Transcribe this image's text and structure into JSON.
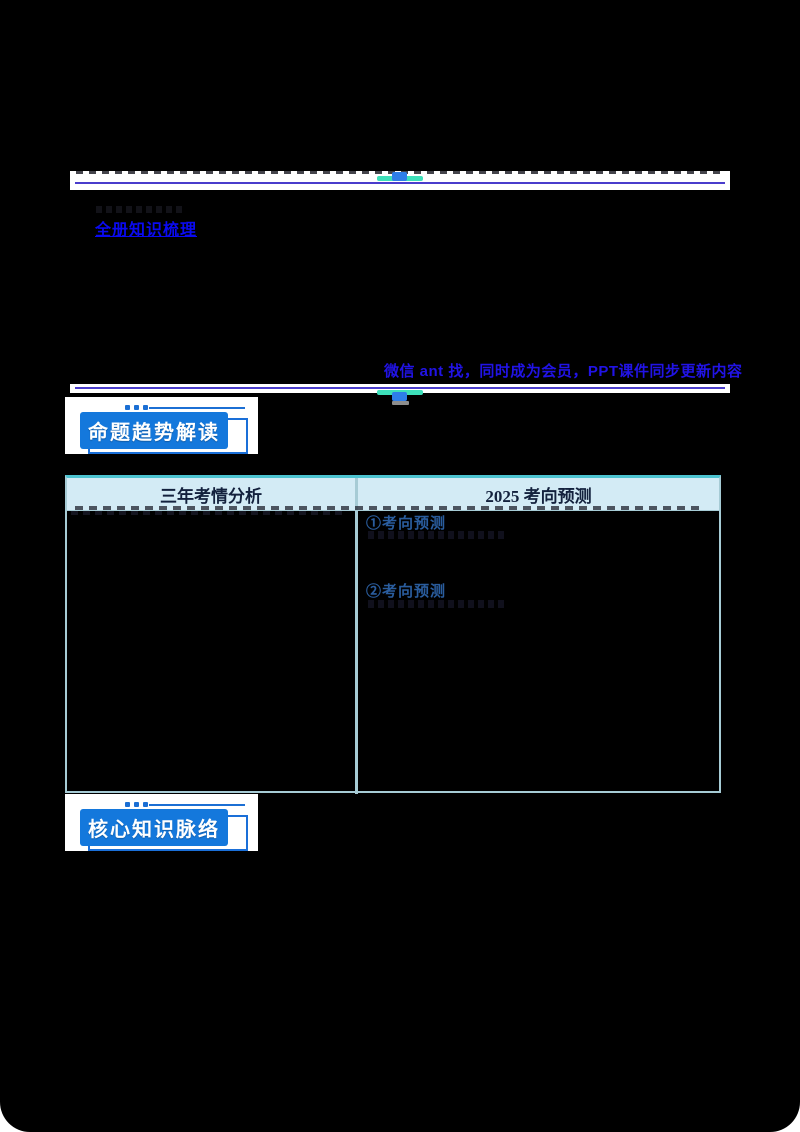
{
  "page": {
    "background": "#000000"
  },
  "top_divider": {
    "line_color": "#4a3ccc",
    "bar_color": "#3de0ba",
    "tab_color": "#2e7ee9"
  },
  "header_link": {
    "label": "全册知识梳理",
    "color": "#0a0af2"
  },
  "promo_line": {
    "text": "微信 ant 找，同时成为会员，PPT课件同步更新内容",
    "color": "#2113e6"
  },
  "section_badges": [
    {
      "label": "命题趋势解读",
      "fill_color": "#1478dc"
    },
    {
      "label": "核心知识脉络",
      "fill_color": "#1478dc"
    }
  ],
  "analysis_table": {
    "columns": [
      {
        "header": "三年考情分析"
      },
      {
        "header": "2025 考向预测"
      }
    ],
    "header_bg": "#d3ebf5",
    "border_color": "#a6cbd5",
    "top_border_color": "#4cc3d0",
    "prediction_items": [
      {
        "label": "①考向预测"
      },
      {
        "label": "②考向预测"
      }
    ],
    "item_color": "#2a5d9e"
  }
}
